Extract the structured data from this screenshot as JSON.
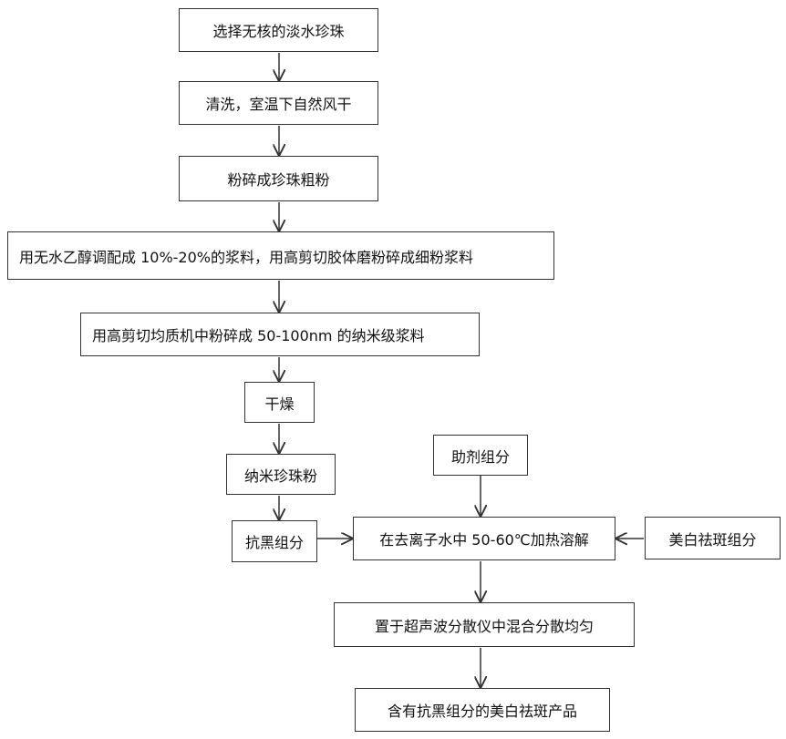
{
  "steps": {
    "s1": "选择无核的淡水珍珠",
    "s2": "清洗，室温下自然风干",
    "s3": "粉碎成珍珠粗粉",
    "s4": "用无水乙醇调配成 10%-20%的浆料，用高剪切胶体磨粉碎成细粉浆料",
    "s5": "用高剪切均质机中粉碎成 50-100nm 的纳米级浆料",
    "s6": "干燥",
    "s7": "纳米珍珠粉",
    "s8": "抗黑组分",
    "s9": "助剂组分",
    "s10": "在去离子水中 50-60℃加热溶解",
    "s11": "美白祛斑组分",
    "s12": "置于超声波分散仪中混合分散均匀",
    "s13": "含有抗黑组分的美白祛斑产品"
  }
}
